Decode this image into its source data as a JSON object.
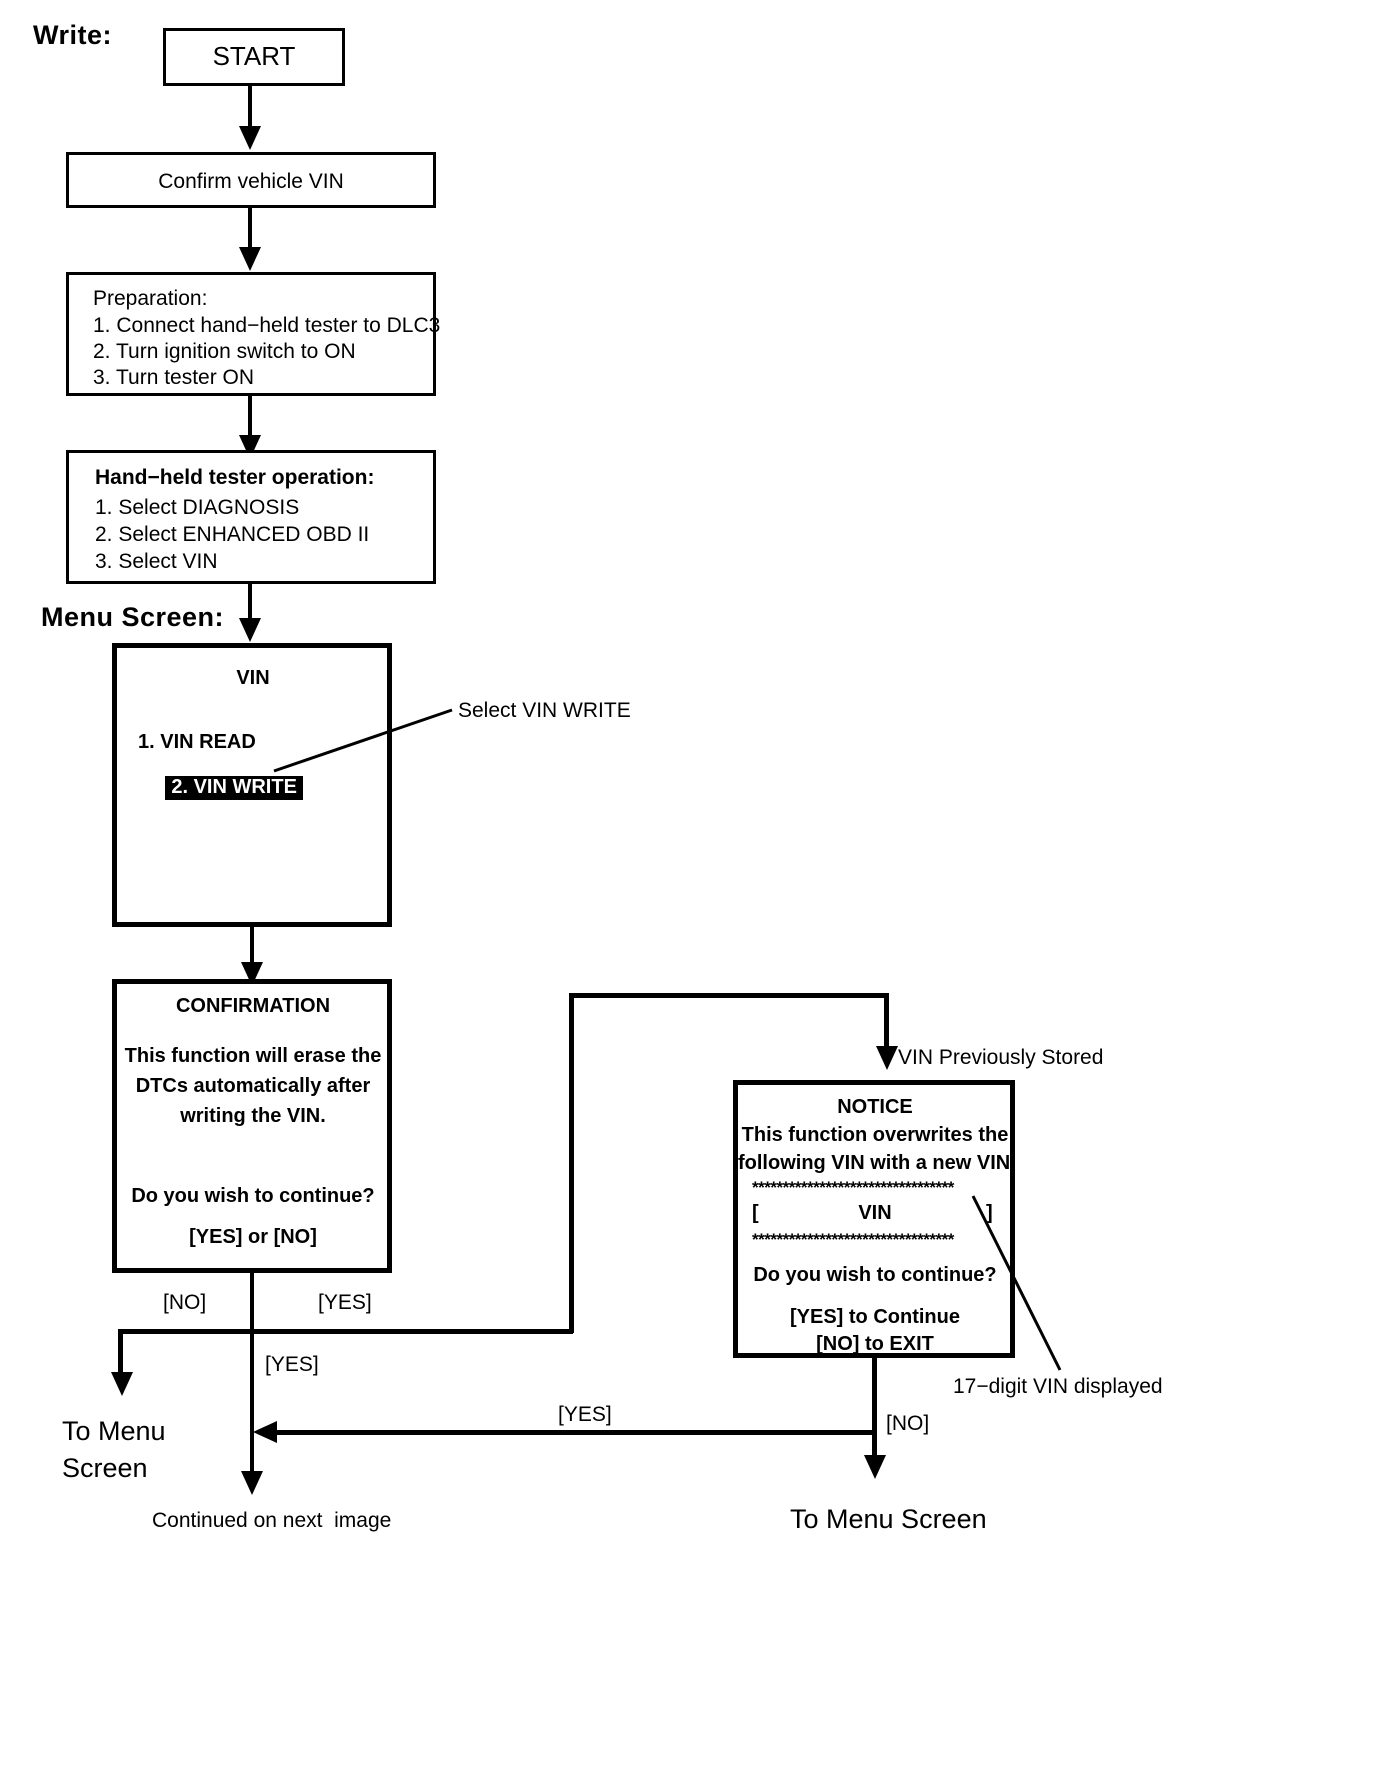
{
  "headings": {
    "write": "Write:",
    "menu_screen": "Menu Screen:"
  },
  "nodes": {
    "start": {
      "label": "START"
    },
    "confirm_vin": {
      "label": "Confirm vehicle VIN"
    },
    "preparation": {
      "title": "Preparation:",
      "steps": [
        "1. Connect hand−held tester to DLC3",
        "2. Turn ignition switch to ON",
        "3. Turn tester ON"
      ]
    },
    "tester_operation": {
      "title": "Hand−held tester operation:",
      "steps": [
        "1. Select DIAGNOSIS",
        "2. Select ENHANCED OBD II",
        "3. Select VIN"
      ]
    },
    "vin_menu_screen": {
      "title": "VIN",
      "items": [
        {
          "label": "1. VIN READ",
          "selected": false
        },
        {
          "label": "2. VIN WRITE",
          "selected": true
        }
      ]
    },
    "confirmation_screen": {
      "title": "CONFIRMATION",
      "body": [
        "This function will erase the",
        "DTCs automatically after",
        "writing the VIN."
      ],
      "question": "Do you wish to continue?",
      "answer": "[YES] or [NO]"
    },
    "notice_screen": {
      "title": "NOTICE",
      "body": [
        "This function overwrites the",
        "following VIN with a new VIN."
      ],
      "rule_top": "*********************************",
      "vin_field_left": "[",
      "vin_field_label": "VIN",
      "vin_field_right": "]",
      "rule_bottom": "*********************************",
      "question": "Do you wish to continue?",
      "answers": [
        "[YES] to Continue",
        "[NO] to EXIT"
      ]
    }
  },
  "callouts": {
    "select_vin_write": "Select VIN WRITE",
    "vin_previously_stored": "VIN Previously Stored",
    "seventeen_digit_vin": "17−digit VIN displayed"
  },
  "edge_labels": {
    "no_left": "[NO]",
    "yes_right": "[YES]",
    "yes_down": "[YES]",
    "yes_return": "[YES]",
    "no_exit": "[NO]"
  },
  "terminators": {
    "to_menu_screen_left_line1": "To Menu",
    "to_menu_screen_left_line2": "Screen",
    "continued_next_image": "Continued on next  image",
    "to_menu_screen_right": "To Menu Screen"
  },
  "colors": {
    "ink": "#000000",
    "paper": "#ffffff",
    "highlight_bg": "#000000",
    "highlight_fg": "#ffffff"
  }
}
